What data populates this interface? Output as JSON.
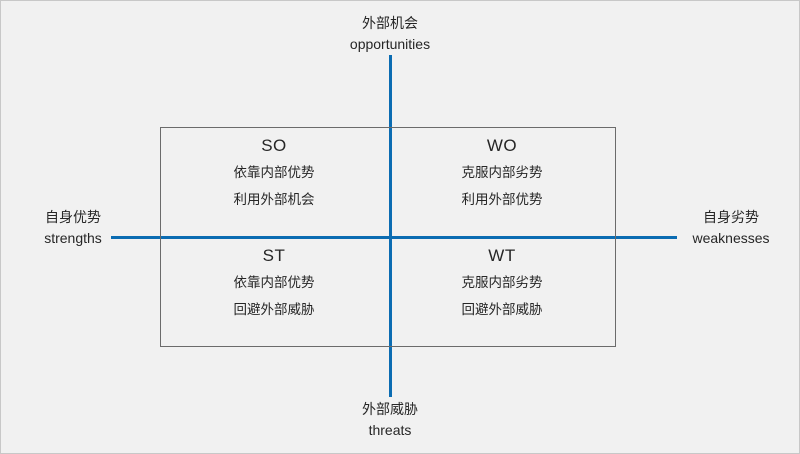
{
  "diagram": {
    "type": "swot-matrix",
    "background_color": "#f1f1f1",
    "axis_color": "#0b6cb2",
    "box_border_color": "#6b6b6b",
    "text_color": "#262626"
  },
  "axes": {
    "top": {
      "cn": "外部机会",
      "en": "opportunities"
    },
    "bottom": {
      "cn": "外部威胁",
      "en": "threats"
    },
    "left": {
      "cn": "自身优势",
      "en": "strengths"
    },
    "right": {
      "cn": "自身劣势",
      "en": "weaknesses"
    }
  },
  "quadrants": [
    {
      "key": "SO",
      "title": "SO",
      "line1": "依靠内部优势",
      "line2": "利用外部机会"
    },
    {
      "key": "WO",
      "title": "WO",
      "line1": "克服内部劣势",
      "line2": "利用外部优势"
    },
    {
      "key": "ST",
      "title": "ST",
      "line1": "依靠内部优势",
      "line2": "回避外部威胁"
    },
    {
      "key": "WT",
      "title": "WT",
      "line1": "克服内部劣势",
      "line2": "回避外部威胁"
    }
  ]
}
